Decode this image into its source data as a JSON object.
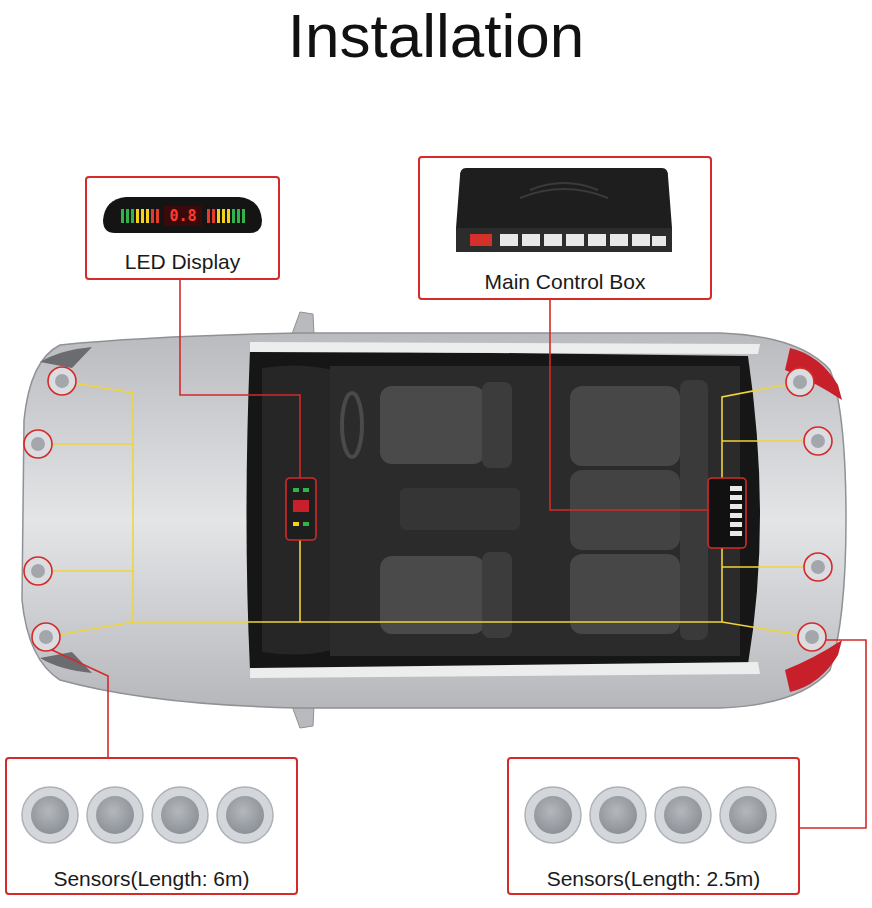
{
  "diagram": {
    "title": "Installation",
    "nodes": [
      {
        "text": [
          "LED Display"
        ]
      },
      {
        "text": [
          "Main Control Box"
        ]
      },
      {
        "text": [
          "Sensors(Length: 6m)"
        ]
      },
      {
        "text": [
          "Sensors(Length: 2.5m)"
        ]
      }
    ],
    "labels": [
      "0.8"
    ]
  }
}
